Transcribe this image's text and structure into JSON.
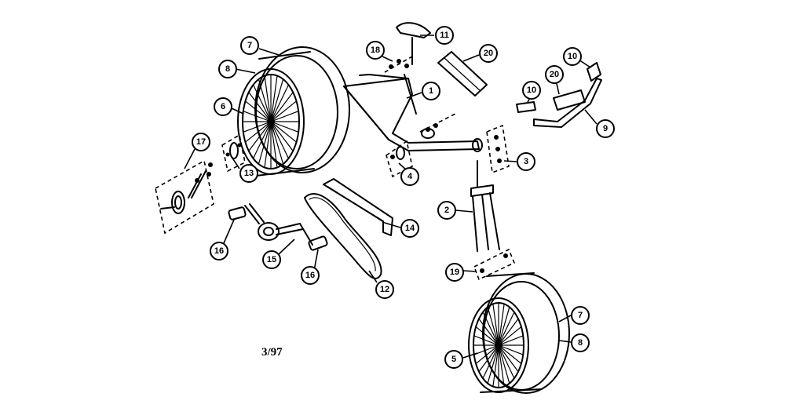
{
  "diagram": {
    "date_code": "3/97",
    "callouts": [
      {
        "id": "c7a",
        "label": "7"
      },
      {
        "id": "c8a",
        "label": "8"
      },
      {
        "id": "c6",
        "label": "6"
      },
      {
        "id": "c17",
        "label": "17"
      },
      {
        "id": "c13",
        "label": "13"
      },
      {
        "id": "c16a",
        "label": "16"
      },
      {
        "id": "c15",
        "label": "15"
      },
      {
        "id": "c16b",
        "label": "16"
      },
      {
        "id": "c12",
        "label": "12"
      },
      {
        "id": "c14",
        "label": "14"
      },
      {
        "id": "c18",
        "label": "18"
      },
      {
        "id": "c11",
        "label": "11"
      },
      {
        "id": "c20a",
        "label": "20"
      },
      {
        "id": "c1",
        "label": "1"
      },
      {
        "id": "c4",
        "label": "4"
      },
      {
        "id": "c3",
        "label": "3"
      },
      {
        "id": "c10a",
        "label": "10"
      },
      {
        "id": "c20b",
        "label": "20"
      },
      {
        "id": "c10b",
        "label": "10"
      },
      {
        "id": "c9",
        "label": "9"
      },
      {
        "id": "c2",
        "label": "2"
      },
      {
        "id": "c19",
        "label": "19"
      },
      {
        "id": "c7b",
        "label": "7"
      },
      {
        "id": "c8b",
        "label": "8"
      },
      {
        "id": "c5",
        "label": "5"
      }
    ]
  }
}
